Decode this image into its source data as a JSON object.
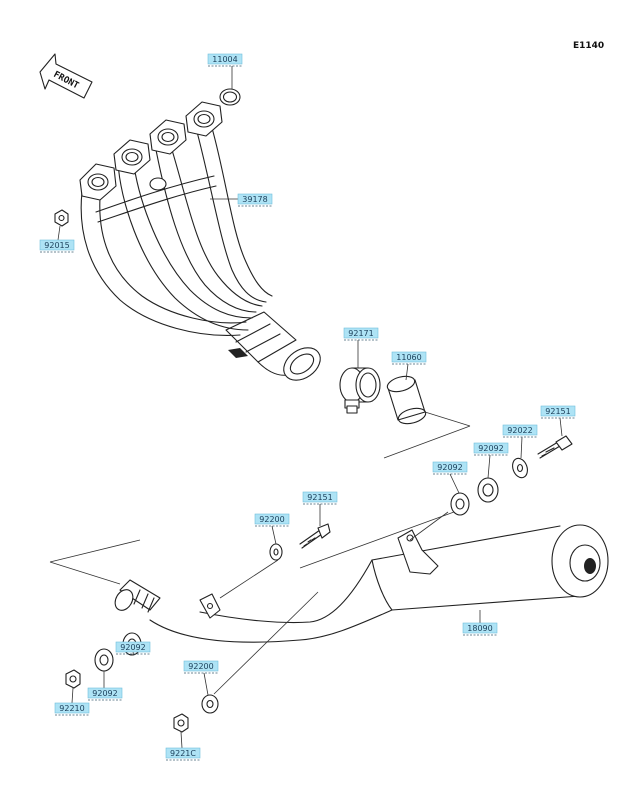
{
  "diagram": {
    "reference_code": "E1140",
    "direction_label": "FRONT",
    "callouts": [
      {
        "id": "c1",
        "code": "11004"
      },
      {
        "id": "c2",
        "code": "39178"
      },
      {
        "id": "c3",
        "code": "92015"
      },
      {
        "id": "c4",
        "code": "92171"
      },
      {
        "id": "c5",
        "code": "11060"
      },
      {
        "id": "c6",
        "code": "92151"
      },
      {
        "id": "c7",
        "code": "92022"
      },
      {
        "id": "c8",
        "code": "92092"
      },
      {
        "id": "c9",
        "code": "92092"
      },
      {
        "id": "c10",
        "code": "92151"
      },
      {
        "id": "c11",
        "code": "92200"
      },
      {
        "id": "c12",
        "code": "92092"
      },
      {
        "id": "c13",
        "code": "92092"
      },
      {
        "id": "c14",
        "code": "92210"
      },
      {
        "id": "c15",
        "code": "92200"
      },
      {
        "id": "c16",
        "code": "18090"
      },
      {
        "id": "c17",
        "code": "9221C"
      }
    ]
  }
}
